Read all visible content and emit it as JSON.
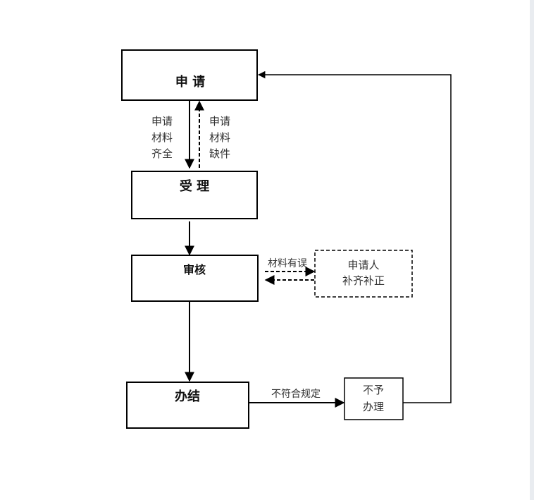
{
  "title": "办事流程图",
  "nodes": {
    "apply": "申 请",
    "accept": "受 理",
    "review": "审核",
    "complete": "办结",
    "supplement": [
      "申请人",
      "补齐补正"
    ],
    "reject": [
      "不予",
      "办理"
    ]
  },
  "edges": {
    "complete_materials": [
      "申请",
      "材料",
      "齐全"
    ],
    "missing_materials": [
      "申请",
      "材料",
      "缺件"
    ],
    "materials_error": "材料有误",
    "non_compliant": "不符合规定"
  },
  "colors": {
    "line": "#000000",
    "scrollbar": "#e9ecf0"
  }
}
